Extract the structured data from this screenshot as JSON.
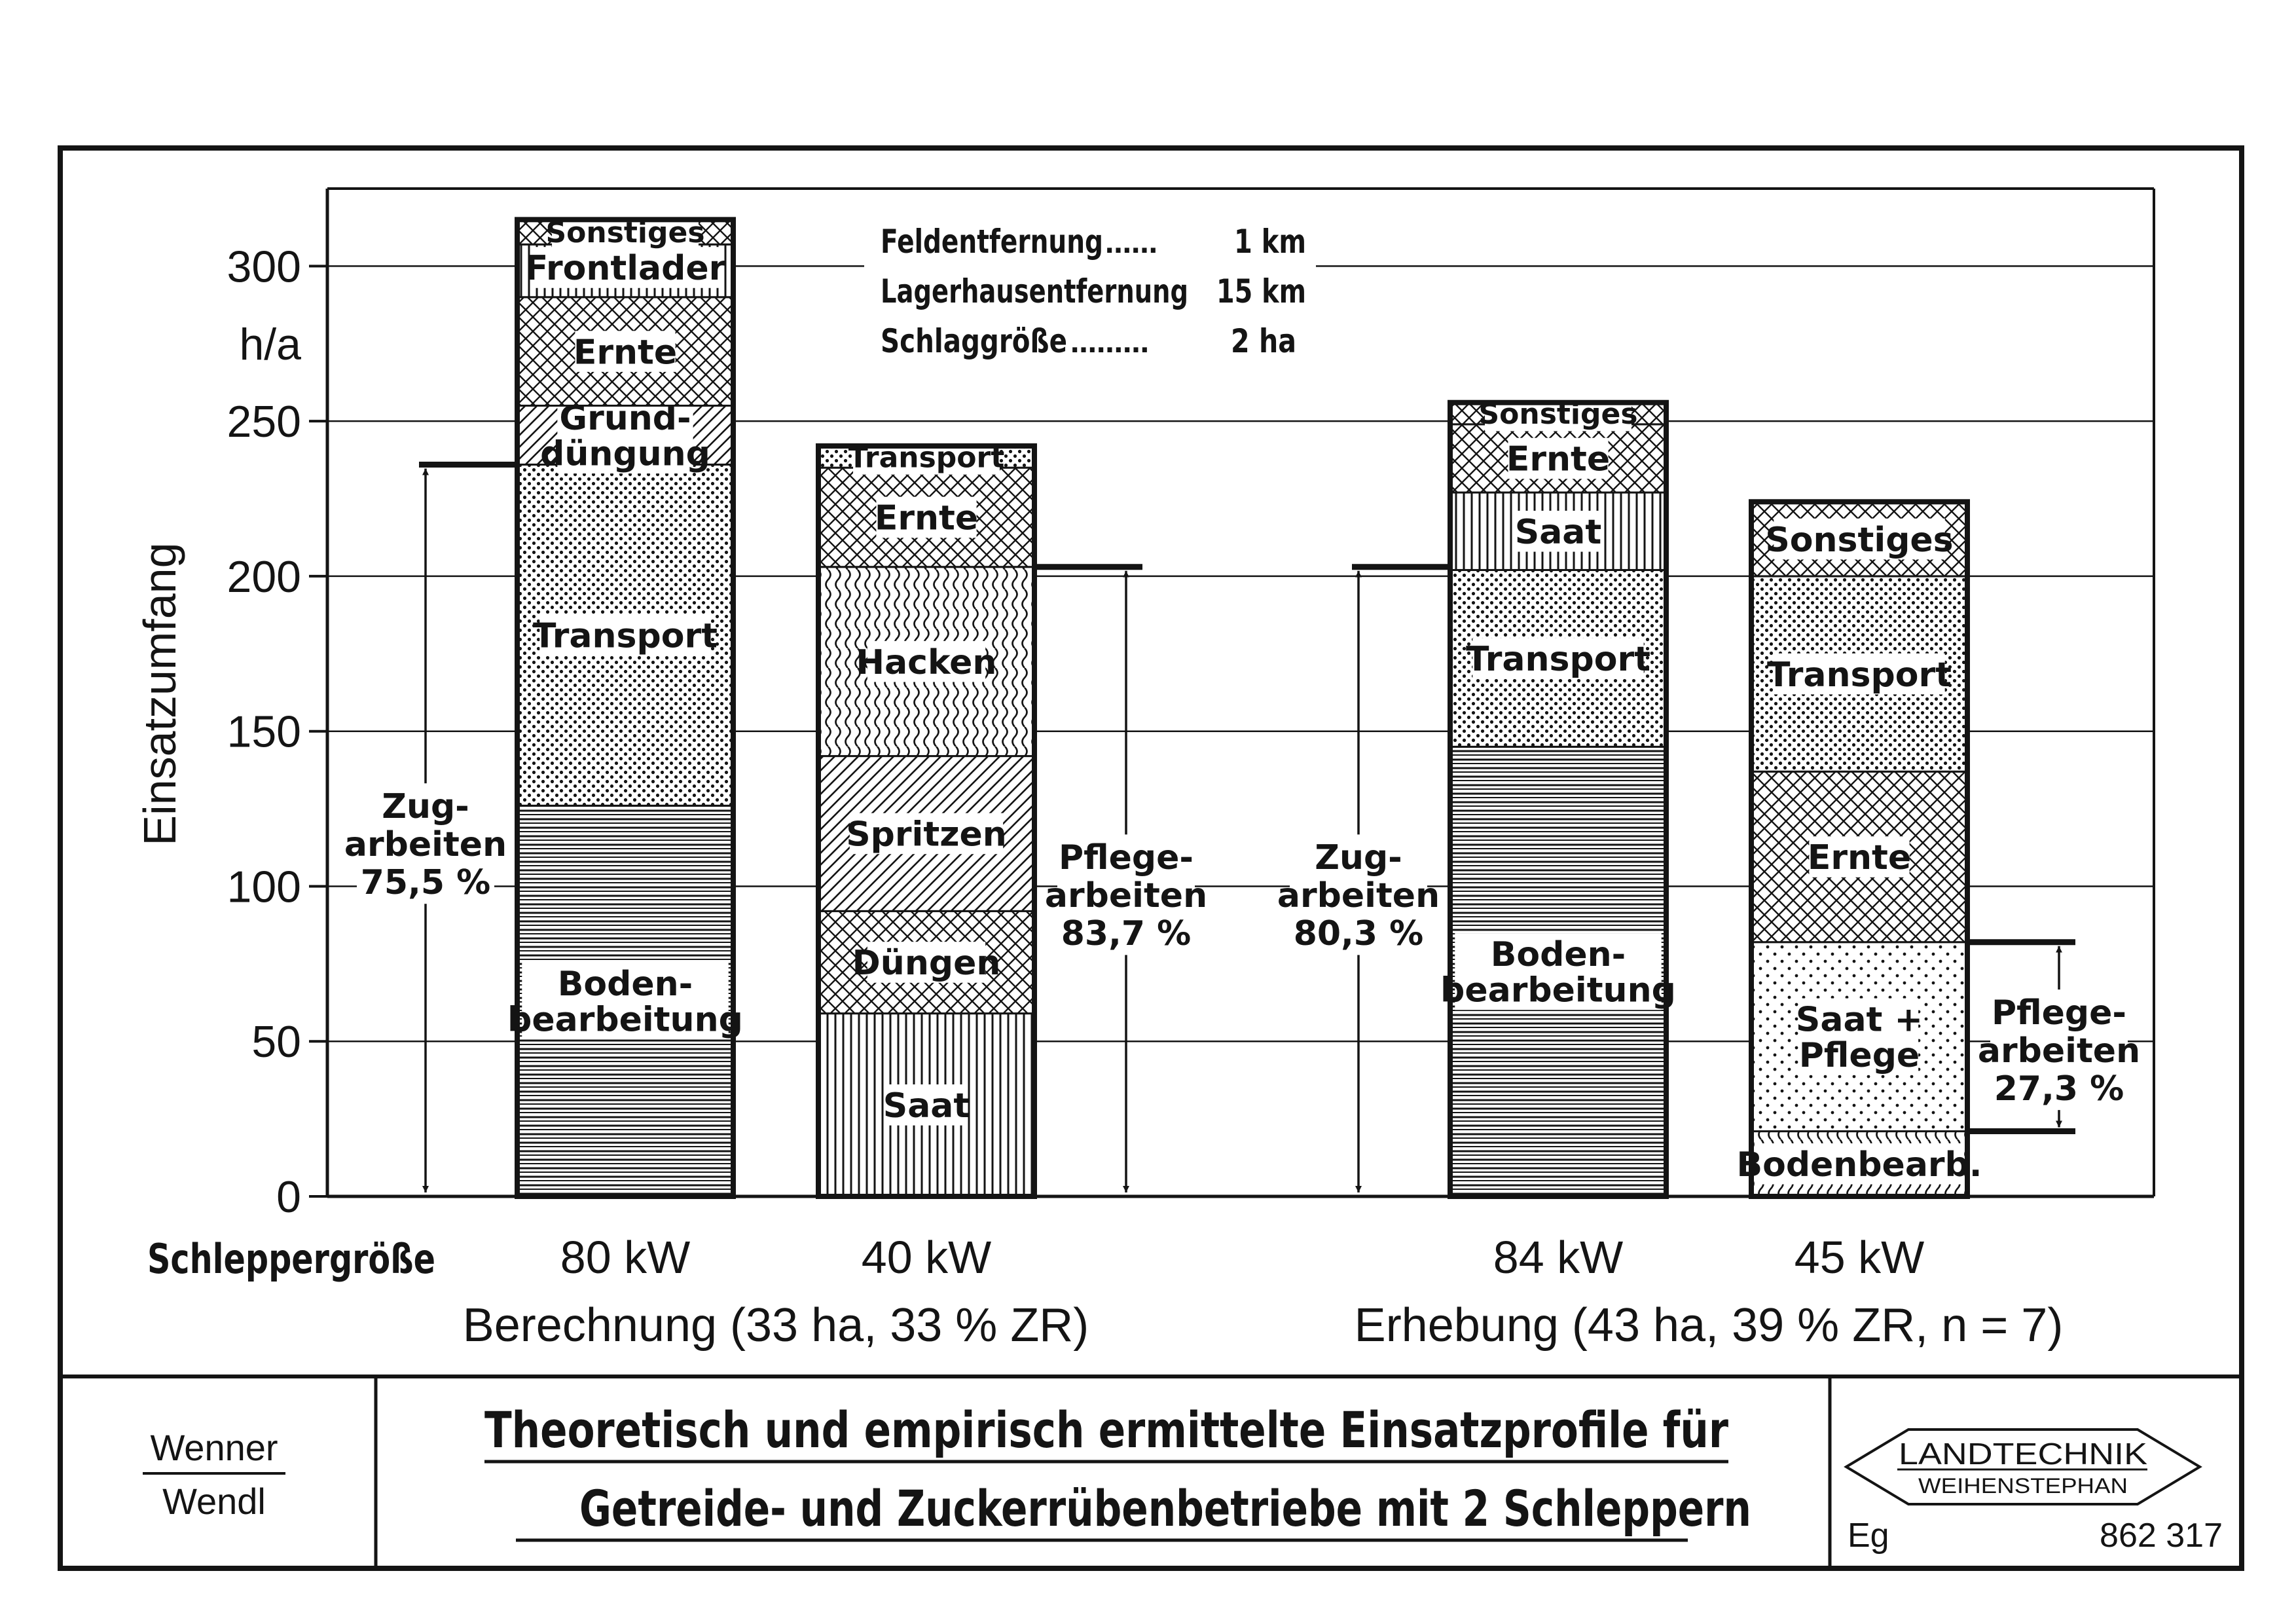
{
  "chart_data": {
    "type": "bar",
    "stacked": true,
    "yunit": "h/a",
    "ylabel": "Einsatzumfang",
    "ylim": [
      0,
      325
    ],
    "yticks": [
      0,
      50,
      100,
      150,
      200,
      250,
      300
    ],
    "xlabel": "Schleppergröße",
    "grid": true,
    "info_lines": [
      {
        "label": "Feldentfernung",
        "dots": "……",
        "value": "1 km"
      },
      {
        "label": "Lagerhausentfernung",
        "dots": "",
        "value": "15 km"
      },
      {
        "label": "Schlaggröße",
        "dots": "………",
        "value": "2 ha"
      }
    ],
    "groups": [
      {
        "label": "Berechnung (33 ha, 33 % ZR)",
        "bars": [
          0,
          1
        ]
      },
      {
        "label": "Erhebung (43 ha, 39 % ZR, n = 7)",
        "bars": [
          2,
          3
        ]
      }
    ],
    "bars": [
      {
        "category": "80 kW",
        "segments": [
          {
            "name": "Boden-\nbearbeitung",
            "value": 126,
            "pattern": "hlines"
          },
          {
            "name": "Transport",
            "value": 110,
            "pattern": "dots"
          },
          {
            "name": "Grund-\ndüngung",
            "value": 19,
            "pattern": "diag"
          },
          {
            "name": "Ernte",
            "value": 35,
            "pattern": "cross"
          },
          {
            "name": "Frontlader",
            "value": 17,
            "pattern": "vlines"
          },
          {
            "name": "Sonstiges",
            "value": 8,
            "pattern": "cross"
          }
        ],
        "annotation": {
          "text": "Zug-\narbeiten\n75,5 %",
          "from": 0,
          "to": 236,
          "side": "left"
        }
      },
      {
        "category": "40 kW",
        "segments": [
          {
            "name": "Saat",
            "value": 59,
            "pattern": "vlines"
          },
          {
            "name": "Düngen",
            "value": 33,
            "pattern": "cross"
          },
          {
            "name": "Spritzen",
            "value": 50,
            "pattern": "diag"
          },
          {
            "name": "Hacken",
            "value": 61,
            "pattern": "wavy"
          },
          {
            "name": "Ernte",
            "value": 32,
            "pattern": "cross"
          },
          {
            "name": "Transport",
            "value": 7,
            "pattern": "dots"
          }
        ],
        "annotation": {
          "text": "Pflege-\narbeiten\n83,7 %",
          "from": 0,
          "to": 203,
          "side": "right"
        }
      },
      {
        "category": "84 kW",
        "segments": [
          {
            "name": "Boden-\nbearbeitung",
            "value": 145,
            "pattern": "hlines"
          },
          {
            "name": "Transport",
            "value": 57,
            "pattern": "dots"
          },
          {
            "name": "Saat",
            "value": 25,
            "pattern": "vlines"
          },
          {
            "name": "Ernte",
            "value": 22,
            "pattern": "cross"
          },
          {
            "name": "Sonstiges",
            "value": 7,
            "pattern": "cross"
          }
        ],
        "annotation": {
          "text": "Zug-\narbeiten\n80,3 %",
          "from": 0,
          "to": 203,
          "side": "left"
        }
      },
      {
        "category": "45 kW",
        "segments": [
          {
            "name": "Bodenbearb.",
            "value": 21,
            "pattern": "wavy"
          },
          {
            "name": "Saat +\nPflege",
            "value": 61,
            "pattern": "dotsSparse"
          },
          {
            "name": "Ernte",
            "value": 55,
            "pattern": "cross"
          },
          {
            "name": "Transport",
            "value": 63,
            "pattern": "dots"
          },
          {
            "name": "Sonstiges",
            "value": 24,
            "pattern": "cross"
          }
        ],
        "annotation": {
          "text": "Pflege-\narbeiten\n27,3 %",
          "from": 21,
          "to": 82,
          "side": "right"
        }
      }
    ]
  },
  "title_block": {
    "authors": [
      "Wenner",
      "Wendl"
    ],
    "title_lines": [
      "Theoretisch und empirisch ermittelte Einsatzprofile für",
      "Getreide- und Zuckerrübenbetriebe mit 2 Schleppern"
    ],
    "logo_top": "LANDTECHNIK",
    "logo_bottom": "WEIHENSTEPHAN",
    "series_code": "Eg",
    "number": "862 317"
  }
}
